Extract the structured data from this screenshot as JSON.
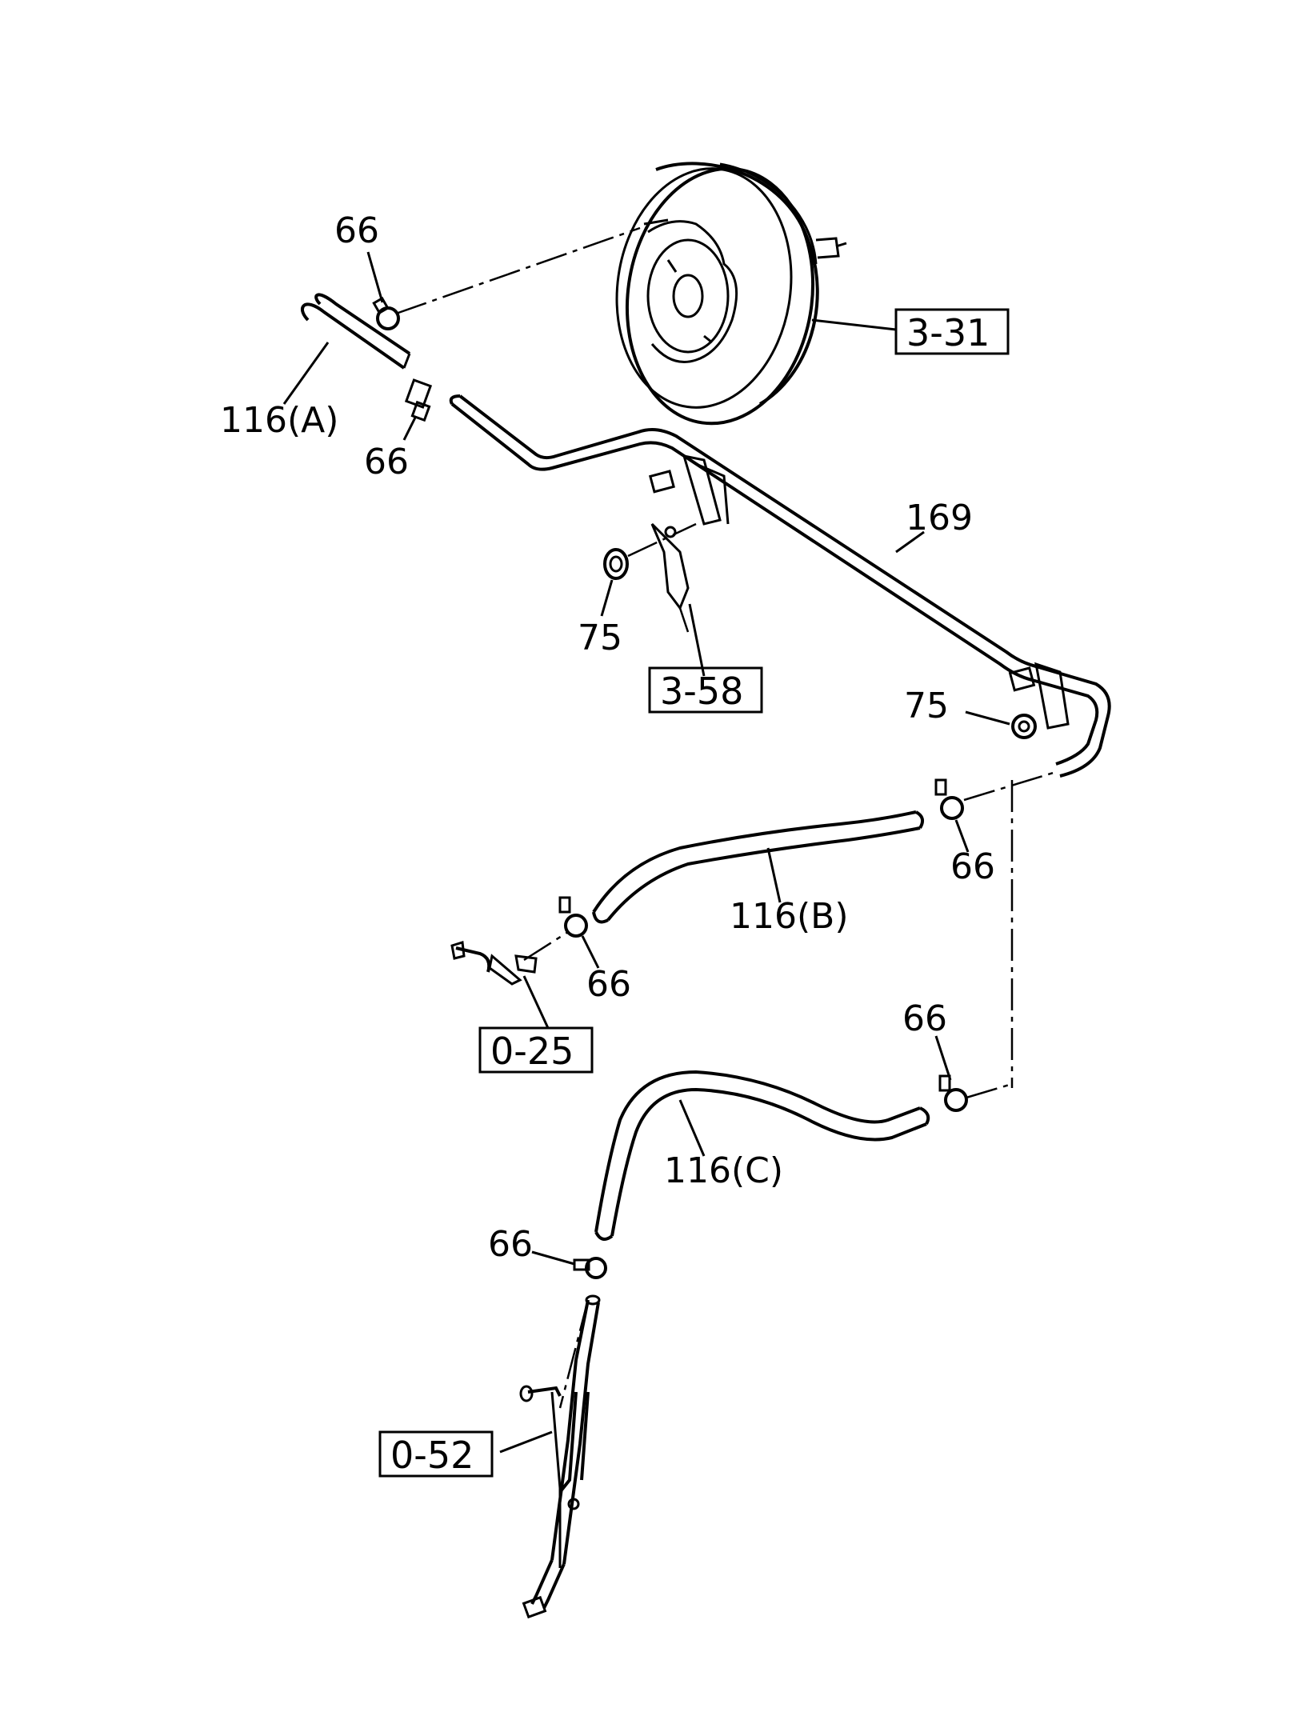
{
  "callouts": {
    "c66_top": "66",
    "c116a": "116(A)",
    "c66_a2": "66",
    "c169": "169",
    "c75_left": "75",
    "c75_right": "75",
    "c66_b_right": "66",
    "c116b": "116(B)",
    "c66_b_left": "66",
    "c66_c_right": "66",
    "c116c": "116(C)",
    "c66_bottom": "66"
  },
  "references": {
    "r3_31": "3-31",
    "r3_58": "3-58",
    "r0_25": "0-25",
    "r0_52": "0-52"
  }
}
